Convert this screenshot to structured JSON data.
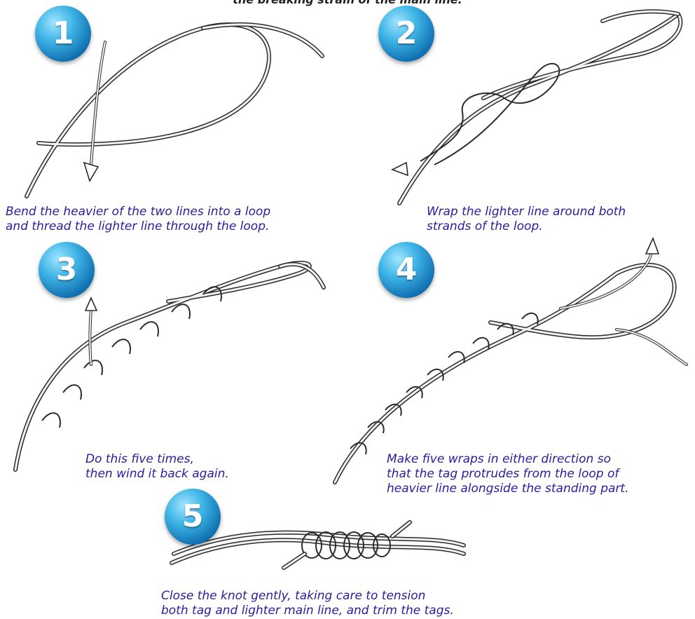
{
  "header": {
    "title": "the breaking strain of the main line."
  },
  "steps": [
    {
      "number": "1",
      "caption": "Bend the heavier of the two lines into a loop\nand thread the lighter line through the loop."
    },
    {
      "number": "2",
      "caption": "Wrap the lighter line around both\nstrands of the loop."
    },
    {
      "number": "3",
      "caption": "Do this five times,\nthen wind it back again."
    },
    {
      "number": "4",
      "caption": "Make five wraps in either direction so\nthat the tag protrudes from the loop of\nheavier line alongside the standing part."
    },
    {
      "number": "5",
      "caption": "Close the knot gently, taking care to tension\nboth tag and lighter main line, and trim the tags."
    }
  ],
  "colors": {
    "caption": "#2e1a9c",
    "badge": "#1f8fd0",
    "line": "#2b2b2b"
  }
}
